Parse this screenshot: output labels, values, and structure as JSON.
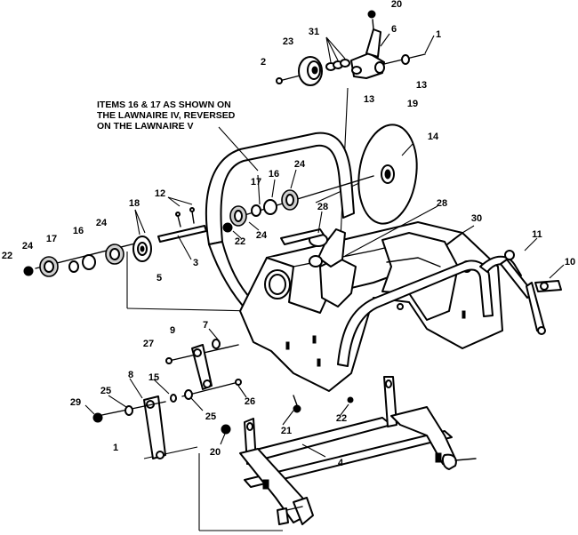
{
  "note": {
    "line1": "ITEMS 16 & 17 AS SHOWN ON",
    "line2": "THE LAWNAIRE IV, REVERSED",
    "line3": "ON THE LAWNAIRE V"
  },
  "callouts": [
    "20",
    "6",
    "1",
    "31",
    "23",
    "2",
    "13",
    "13",
    "19",
    "14",
    "18",
    "12",
    "17",
    "16",
    "24",
    "24",
    "24",
    "22",
    "17",
    "16",
    "24",
    "28",
    "28",
    "30",
    "3",
    "5",
    "22",
    "11",
    "10",
    "7",
    "9",
    "27",
    "8",
    "15",
    "25",
    "29",
    "25",
    "26",
    "20",
    "21",
    "22",
    "1",
    "4"
  ]
}
